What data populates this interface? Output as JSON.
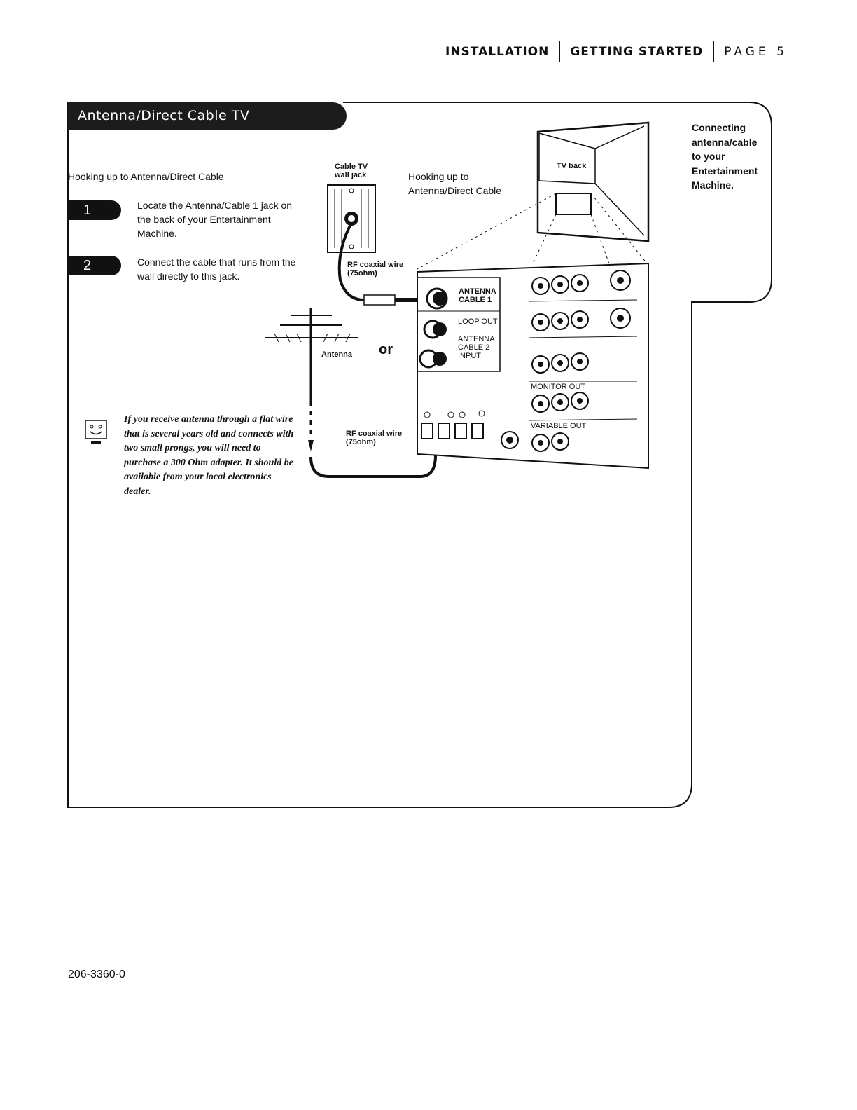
{
  "header": {
    "section": "INSTALLATION",
    "subsection": "GETTING STARTED",
    "page": "PAGE 5"
  },
  "panel": {
    "title": "Antenna/Direct Cable TV"
  },
  "left": {
    "subheading": "Hooking up to Antenna/Direct Cable",
    "steps": [
      {
        "number": "1",
        "text": "Locate the Antenna/Cable 1 jack on the back of your Entertainment Machine."
      },
      {
        "number": "2",
        "text": "Connect the cable that runs from the wall directly to this jack."
      }
    ],
    "note": "If you receive antenna through a flat wire that is several years old and connects with two small prongs, you will need to purchase a 300 Ohm adapter. It should be available from your local electronics dealer."
  },
  "diagram": {
    "heading": "Hooking up to Antenna/Direct Cable",
    "labels": {
      "wall_jack": [
        "Cable TV",
        "wall jack"
      ],
      "rf_top": [
        "RF coaxial wire",
        "(75ohm)"
      ],
      "rf_bottom": [
        "RF coaxial wire",
        "(75ohm)"
      ],
      "antenna": "Antenna",
      "or": "or",
      "tv_back": "TV back",
      "antenna_cable1": [
        "ANTENNA",
        "CABLE 1"
      ],
      "loop_out": "LOOP OUT",
      "antenna_cable2": [
        "ANTENNA",
        "CABLE 2",
        "INPUT"
      ],
      "monitor_out": "MONITOR OUT",
      "variable_out": "VARIABLE OUT"
    }
  },
  "sidebar": {
    "caption": "Connecting antenna/cable to your Entertainment Machine."
  },
  "footer": {
    "code": "206-3360-0"
  }
}
